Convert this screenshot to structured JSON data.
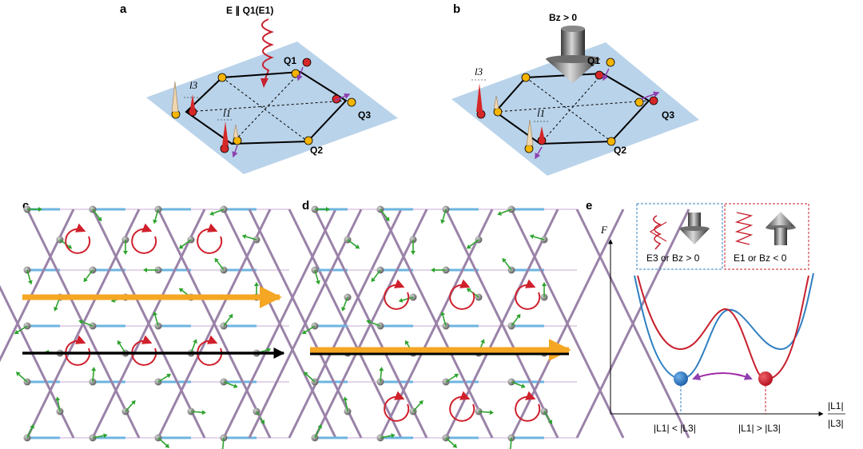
{
  "panels": {
    "a": {
      "label": "a",
      "field": "E ∥ Q1(E1)",
      "q1": "Q1",
      "q2": "Q2",
      "q3": "Q3",
      "l1": "l1",
      "l3": "l3"
    },
    "b": {
      "label": "b",
      "field": "Bz > 0",
      "q1": "Q1",
      "q2": "Q2",
      "q3": "Q3",
      "l1": "l1",
      "l3": "l3"
    },
    "c": {
      "label": "c"
    },
    "d": {
      "label": "d"
    },
    "e": {
      "label": "e",
      "ylabel": "F",
      "xlabel_num": "|L1|",
      "xlabel_den": "|L3|",
      "tick_left": "|L1| < |L3|",
      "tick_right": "|L1| > |L3|",
      "legend_blue": "E3 or Bz > 0",
      "legend_red": "E1 or Bz < 0"
    }
  },
  "colors": {
    "plane": "#b9d3ea",
    "blue_curve": "#2f7fc1",
    "red_curve": "#c8202e",
    "orange_arrow": "#f5a623",
    "green_arrow": "#2da32d",
    "purple": "#8e3fb0",
    "lattice_blue": "#6db4e0",
    "yellow_site": "#f4b400",
    "red_site": "#d62728"
  },
  "icons": [
    "wave-icon",
    "cone-arrow-down-icon",
    "cone-arrow-up-icon",
    "loop-arrow-icon"
  ]
}
